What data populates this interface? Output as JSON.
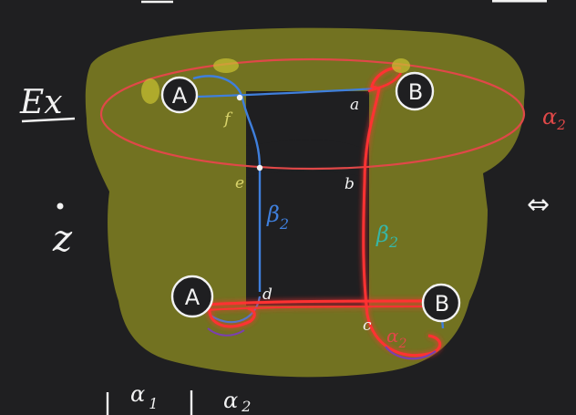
{
  "colors": {
    "background": "#1f1f21",
    "chalk": "#f2f2f2",
    "olive_highlight": "#7a7a22",
    "red_curve": "#e04848",
    "red_glow": "#ff2a2a",
    "blue_curve": "#3f7fdc",
    "teal_label": "#37b6a6",
    "yellow_label": "#d8d36a",
    "purple_stroke": "#7b3fb0"
  },
  "heading": {
    "label": "Ex"
  },
  "side_label": {
    "letter": "z"
  },
  "right_label": {
    "symbol": "⇔"
  },
  "top_left": {
    "text": "A",
    "vertex_f": "f",
    "vertex_e": "e"
  },
  "top_right": {
    "text": "B",
    "vertex_a": "a",
    "vertex_b": "b"
  },
  "bottom_left": {
    "text": "A",
    "vertex_d": "d"
  },
  "bottom_right": {
    "text": "B",
    "vertex_c": "c"
  },
  "curves": {
    "alpha_top": "α",
    "alpha_top_sub": "2",
    "beta_left": "β",
    "beta_left_sub": "2",
    "beta_right": "β",
    "beta_right_sub": "2",
    "alpha_bottom": "α",
    "alpha_bottom_sub": "2"
  },
  "footer": {
    "alpha_1": "α",
    "alpha_1_sub": "1",
    "alpha_2": "α",
    "alpha_2_sub": "2"
  }
}
